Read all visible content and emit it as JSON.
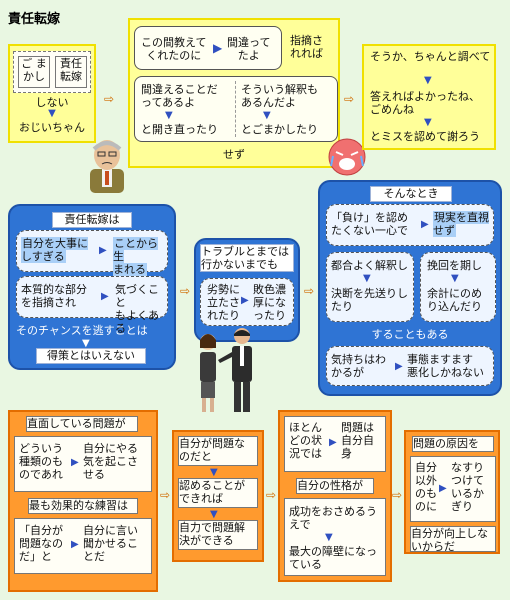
{
  "title": "責任転嫁",
  "row1": {
    "left": {
      "c1": "ご ま\nかし",
      "c2": "責任\n転嫁",
      "shinai": "しない",
      "ojii": "おじいちゃん"
    },
    "mid": {
      "a": "この間教えて\nくれたのに",
      "b": "間違って\nたよ",
      "side": "指摘さ\nれれば",
      "c": "間違えることだ\nってあるよ",
      "d": "と開き直ったり",
      "e": "そういう解釈も\nあるんだよ",
      "f": "とごまかしたり",
      "sezu": "せず"
    },
    "right": {
      "a": "そうか、ちゃんと調べて",
      "b": "答えればよかったね、\nごめんね",
      "c": "とミスを認めて謝ろう"
    }
  },
  "row2": {
    "left": {
      "header": "責任転嫁は",
      "a": "自分を大事に\nしすぎる",
      "b": "ことから生\nまれる",
      "c": "本質的な部分\nを指摘され",
      "d": "気づくこと\nもよくある",
      "e": "そのチャンスを逃すことは",
      "f": "得策とはいえない"
    },
    "mid": {
      "header": "トラブルとまでは\n行かないまでも",
      "a": "劣勢に\n立たさ\nれたり",
      "b": "敗色濃\n厚にな\nったり"
    },
    "right": {
      "header": "そんなとき",
      "a": "「負け」を認め\nたくない一心で",
      "b": "現実を直視\nせず",
      "c": "都合よく解釈し",
      "d": "決断を先送りし\nたり",
      "e": "挽回を期し",
      "f": "余計にのめ\nり込んだり",
      "g": "することもある",
      "h": "気持ちはわ\nかるが",
      "i": "事態ますます\n悪化しかねない"
    }
  },
  "row3": {
    "b1": {
      "header": "直面している問題が",
      "a": "どういう\n種類のも\nのであれ",
      "b": "自分にやる\n気を起こさ\nせる",
      "c": "最も効果的な練習は",
      "d": "「自分が\n問題なの\nだ」と",
      "e": "自分に言い\n聞かせるこ\nとだ"
    },
    "b2": {
      "a": "自分が問題な\nのだと",
      "b": "認めることが\nできれば",
      "c": "自力で問題解\n決ができる"
    },
    "b3": {
      "a": "ほとん\nどの状\n況では",
      "b": "問題は\n自分自\n身",
      "c": "自分の性格が",
      "d": "成功をおさめるう\nえで",
      "e": "最大の障壁になっ\nている"
    },
    "b4": {
      "header": "問題の原因を",
      "a": "自分\n以外\nのも\nのに",
      "b": "なすり\nつけて\nいるか\nぎり",
      "c": "自分が向上しな\nいからだ"
    }
  },
  "colors": {
    "yellow": "#ffff99",
    "blue": "#2f74d4",
    "orange": "#ff9a2e",
    "background": "#e9f7e2"
  },
  "icons": [
    "old-man-illustration",
    "crying-face-illustration",
    "businesspeople-illustration",
    "right-arrow-icon",
    "down-arrow-icon"
  ]
}
